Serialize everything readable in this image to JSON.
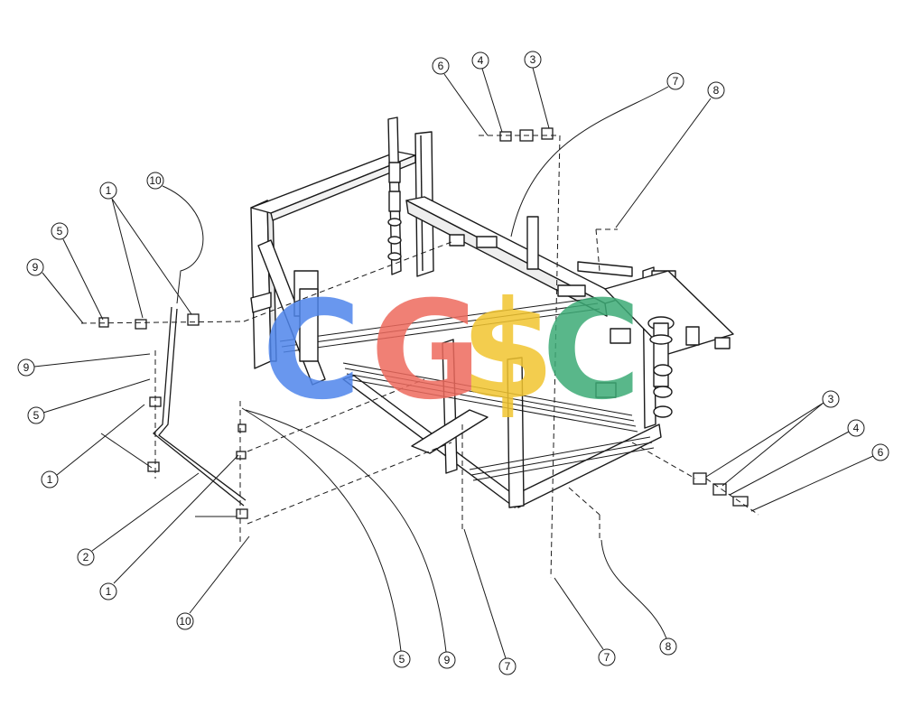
{
  "diagram": {
    "watermark": {
      "letters": [
        {
          "char": "C",
          "color": "#4f86ec"
        },
        {
          "char": "G",
          "color": "#ee6a5e"
        },
        {
          "char": "$",
          "color": "#f2c530"
        },
        {
          "char": "C",
          "color": "#3dab76"
        }
      ]
    },
    "callouts": [
      {
        "id": "c1",
        "label": "6"
      },
      {
        "id": "c2",
        "label": "4"
      },
      {
        "id": "c3",
        "label": "3"
      },
      {
        "id": "c4",
        "label": "7"
      },
      {
        "id": "c5",
        "label": "8"
      },
      {
        "id": "c6",
        "label": "1"
      },
      {
        "id": "c7",
        "label": "10"
      },
      {
        "id": "c8",
        "label": "5"
      },
      {
        "id": "c9",
        "label": "9"
      },
      {
        "id": "c10",
        "label": "9"
      },
      {
        "id": "c11",
        "label": "5"
      },
      {
        "id": "c12",
        "label": "1"
      },
      {
        "id": "c13",
        "label": "2"
      },
      {
        "id": "c14",
        "label": "1"
      },
      {
        "id": "c15",
        "label": "10"
      },
      {
        "id": "c16",
        "label": "5"
      },
      {
        "id": "c17",
        "label": "9"
      },
      {
        "id": "c18",
        "label": "7"
      },
      {
        "id": "c19",
        "label": "7"
      },
      {
        "id": "c20",
        "label": "8"
      },
      {
        "id": "c21",
        "label": "3"
      },
      {
        "id": "c22",
        "label": "4"
      },
      {
        "id": "c23",
        "label": "6"
      }
    ]
  }
}
